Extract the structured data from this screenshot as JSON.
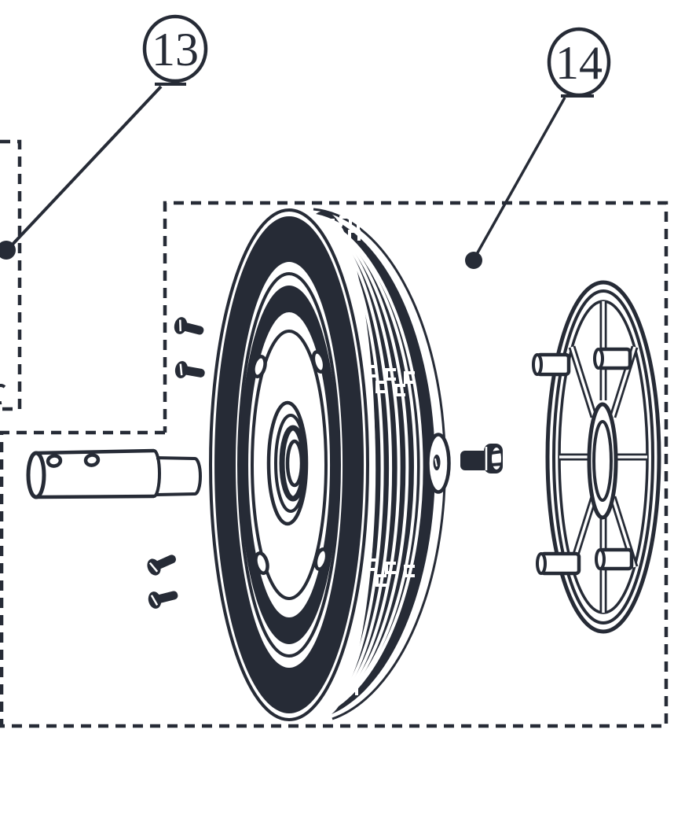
{
  "diagram": {
    "type": "exploded-parts-diagram",
    "background": "#ffffff",
    "ink": "#262b36",
    "callouts": [
      {
        "label": "13"
      },
      {
        "label": "14"
      }
    ],
    "parts": [
      "part-13-boundary-box",
      "part-14-boundary-box",
      "axle-pin",
      "mounting-screws",
      "wheel-tire",
      "flat-washer",
      "hex-bolt",
      "hub-cap"
    ]
  }
}
